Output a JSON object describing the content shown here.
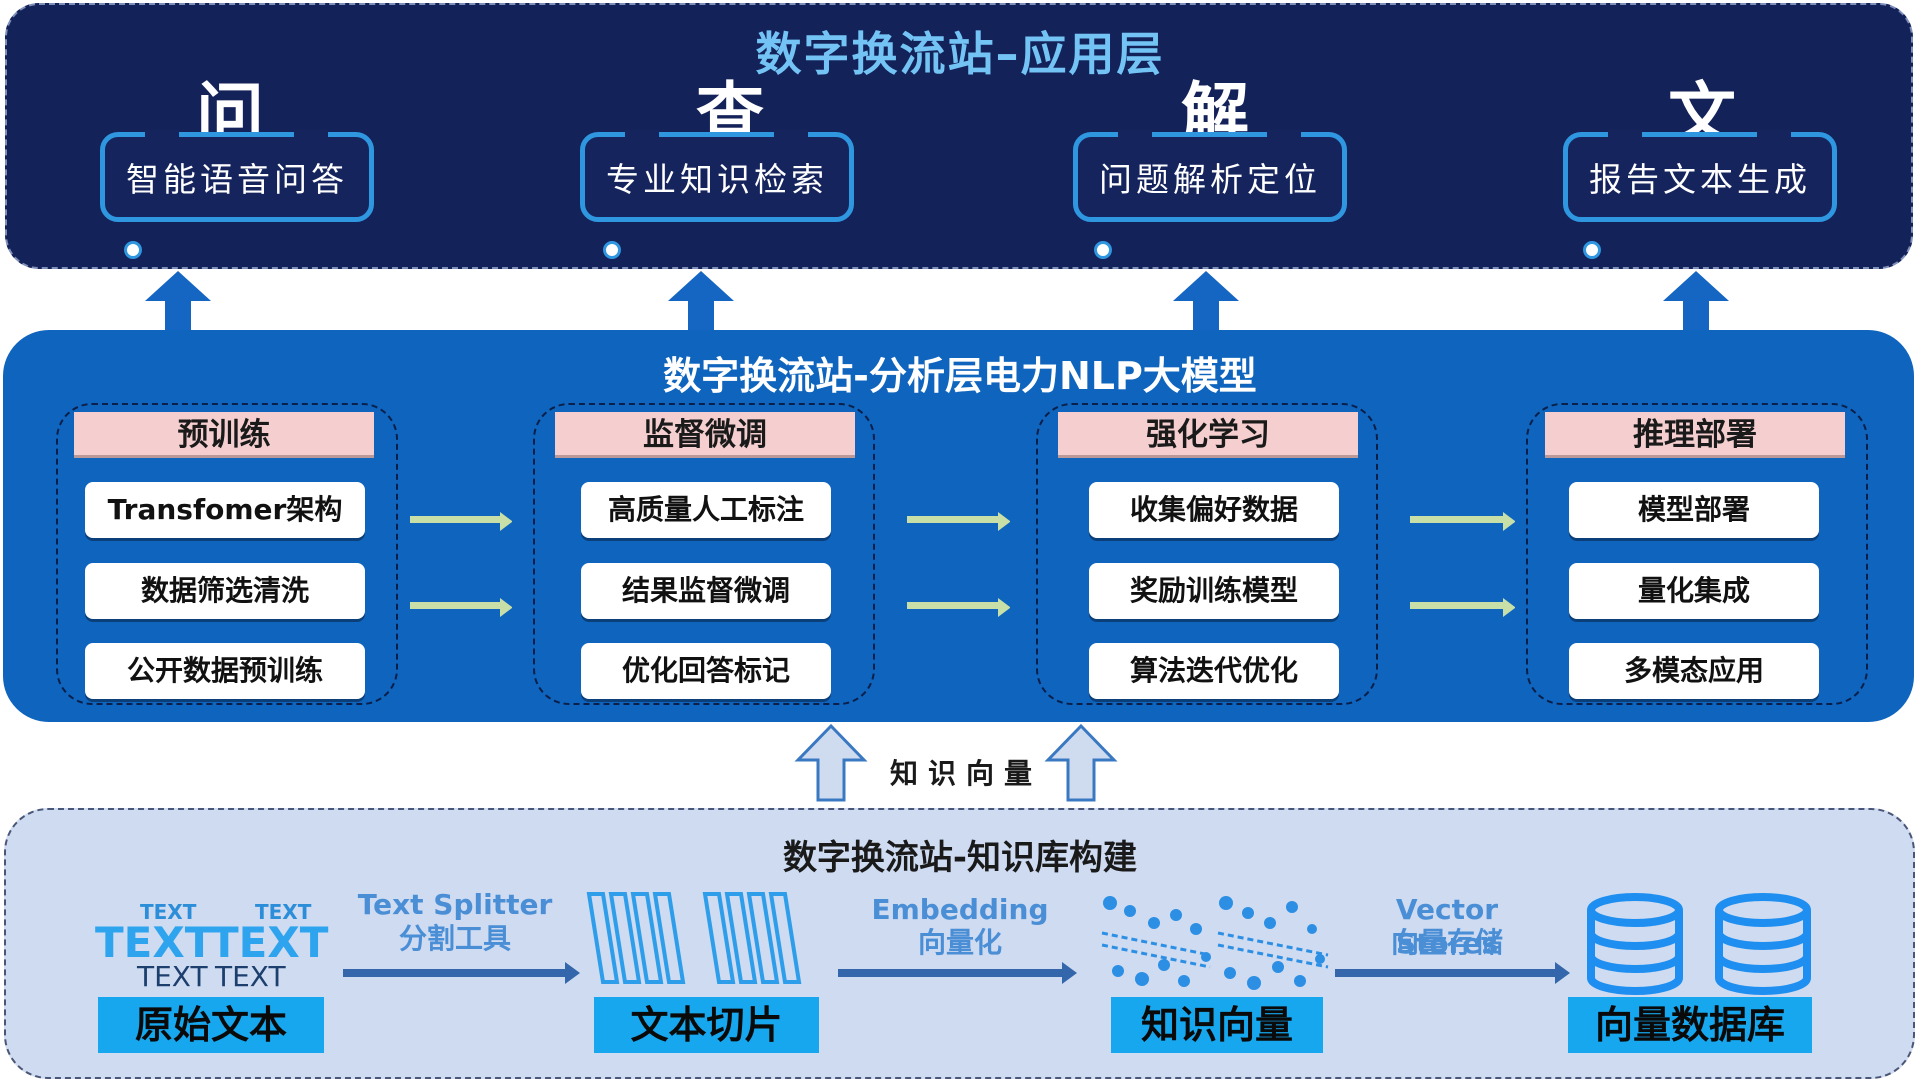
{
  "app_layer": {
    "title": "数字换流站–应用层",
    "items": [
      {
        "char": "问",
        "label": "智能语音问答"
      },
      {
        "char": "查",
        "label": "专业知识检索"
      },
      {
        "char": "解",
        "label": "问题解析定位"
      },
      {
        "char": "文",
        "label": "报告文本生成"
      }
    ]
  },
  "analysis_layer": {
    "title": "数字换流站-分析层电力NLP大模型",
    "groups": [
      {
        "header": "预训练",
        "items": [
          "Transfomer架构",
          "数据筛选清洗",
          "公开数据预训练"
        ]
      },
      {
        "header": "监督微调",
        "items": [
          "高质量人工标注",
          "结果监督微调",
          "优化回答标记"
        ]
      },
      {
        "header": "强化学习",
        "items": [
          "收集偏好数据",
          "奖励训练模型",
          "算法迭代优化"
        ]
      },
      {
        "header": "推理部署",
        "items": [
          "模型部署",
          "量化集成",
          "多模态应用"
        ]
      }
    ]
  },
  "vector_label": "知识向量",
  "kb_layer": {
    "title": "数字换流站-知识库构建",
    "text_icon_word": "TEXT",
    "stages": [
      "原始文本",
      "文本切片",
      "知识向量",
      "向量数据库"
    ],
    "flows": [
      {
        "en": "Text Splitter",
        "zh": "分割工具"
      },
      {
        "en": "Embedding",
        "zh": "向量化"
      },
      {
        "en": "Vector Stores",
        "zh": "向量存储"
      }
    ]
  },
  "colors": {
    "app_bg": "#14225a",
    "app_title": "#73c4f5",
    "analysis_bg": "#0f64bd",
    "group_header": "#f5cfcf",
    "kb_bg": "#cedbf1",
    "kb_label": "#16a7ef",
    "flow_text": "#4a8ed6",
    "green_arrow": "#c8e0a8"
  }
}
